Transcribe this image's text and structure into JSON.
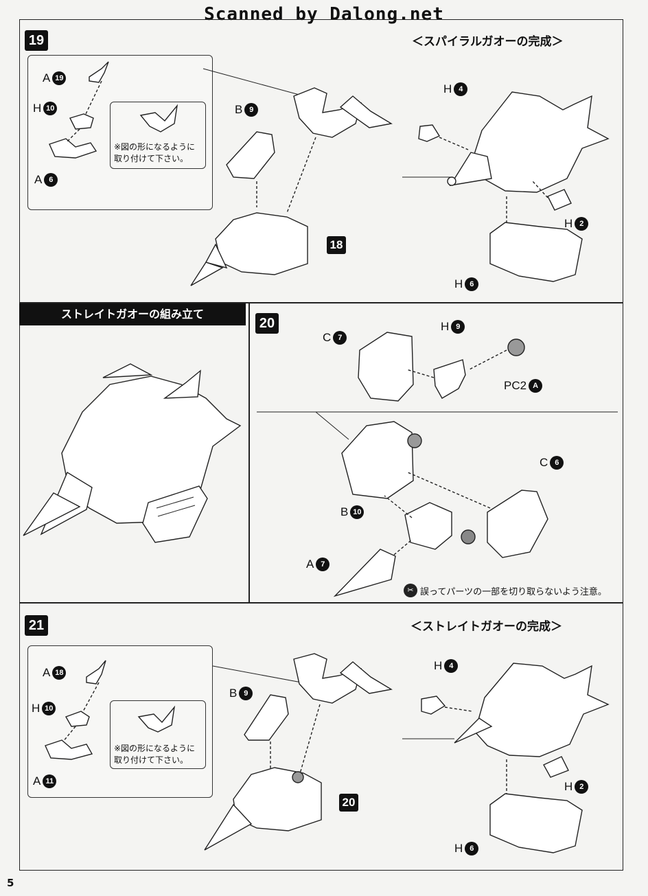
{
  "header": {
    "scan_credit": "Scanned by Dalong.net"
  },
  "page_number": "5",
  "step19": {
    "label": "19",
    "complete_title": "＜スパイラルガオーの完成＞",
    "parts": {
      "a19": {
        "letter": "A",
        "num": "19"
      },
      "h10": {
        "letter": "H",
        "num": "10"
      },
      "a6": {
        "letter": "A",
        "num": "6"
      },
      "b9": {
        "letter": "B",
        "num": "9"
      },
      "h4": {
        "letter": "H",
        "num": "4"
      },
      "h2": {
        "letter": "H",
        "num": "2"
      },
      "h6": {
        "letter": "H",
        "num": "6"
      }
    },
    "ref_step": "18",
    "inset_note_line1": "※図の形になるように",
    "inset_note_line2": "取り付けて下さい。"
  },
  "straight_banner": "ストレイトガオーの組み立て",
  "step20": {
    "label": "20",
    "parts": {
      "c7": {
        "letter": "C",
        "num": "7"
      },
      "h9": {
        "letter": "H",
        "num": "9"
      },
      "pc2a": {
        "letter": "PC2",
        "num": "A"
      },
      "c6": {
        "letter": "C",
        "num": "6"
      },
      "b10": {
        "letter": "B",
        "num": "10"
      },
      "a7": {
        "letter": "A",
        "num": "7"
      }
    },
    "caution_text": "誤ってパーツの一部を切り取らないよう注意。"
  },
  "step21": {
    "label": "21",
    "complete_title": "＜ストレイトガオーの完成＞",
    "parts": {
      "a18": {
        "letter": "A",
        "num": "18"
      },
      "h10": {
        "letter": "H",
        "num": "10"
      },
      "a11": {
        "letter": "A",
        "num": "11"
      },
      "b9": {
        "letter": "B",
        "num": "9"
      },
      "h4": {
        "letter": "H",
        "num": "4"
      },
      "h2": {
        "letter": "H",
        "num": "2"
      },
      "h6": {
        "letter": "H",
        "num": "6"
      }
    },
    "ref_step": "20",
    "inset_note_line1": "※図の形になるように",
    "inset_note_line2": "取り付けて下さい。"
  }
}
